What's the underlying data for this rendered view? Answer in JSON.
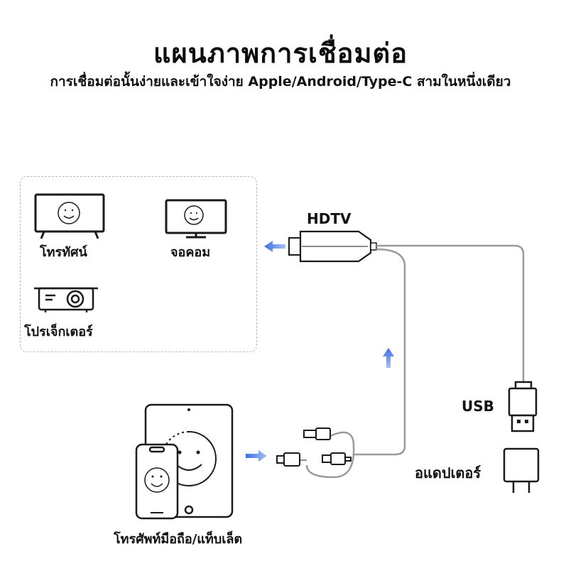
{
  "header": {
    "title": "แผนภาพการเชื่อมต่อ",
    "subtitle": "การเชื่อมต่อนั้นง่ายและเข้าใจง่าย Apple/Android/Type-C สามในหนึ่งเดียว"
  },
  "outputs": {
    "tv_label": "โทรทัศน์",
    "monitor_label": "จอคอม",
    "projector_label": "โปรเจ็กเตอร์"
  },
  "connectors": {
    "hdtv_label": "HDTV",
    "usb_label": "USB",
    "adapter_label": "อแดปเตอร์"
  },
  "sources": {
    "phone_tablet_label": "โทรศัพท์มือถือ/แท็บเล็ต"
  },
  "colors": {
    "arrow_blue": "#4a78d8",
    "cable_gray": "#9a9a9a",
    "outline": "#1a1a1a"
  }
}
